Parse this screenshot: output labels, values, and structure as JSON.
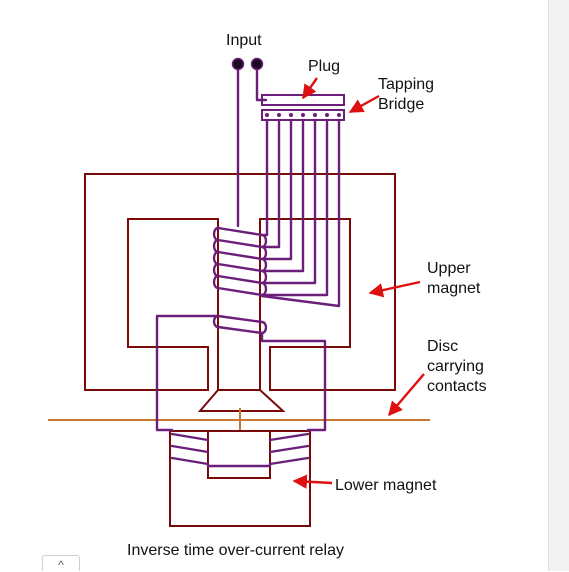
{
  "labels": {
    "input": "Input",
    "plug": "Plug",
    "tapping_bridge": [
      "Tapping",
      "Bridge"
    ],
    "upper_magnet": [
      "Upper",
      "magnet"
    ],
    "disc_carrying_contacts": [
      "Disc",
      "carrying",
      "contacts"
    ],
    "lower_magnet": "Lower magnet",
    "caption": "Inverse time over-current relay"
  },
  "scroll_button": {
    "glyph": "^"
  },
  "colors": {
    "magnet_core": "#7a0a0a",
    "winding": "#6b1f7a",
    "disc": "#c87533",
    "arrow": "#e01010",
    "terminal": "#1a0a20"
  },
  "tapping_bridge": {
    "tap_count": 7
  }
}
